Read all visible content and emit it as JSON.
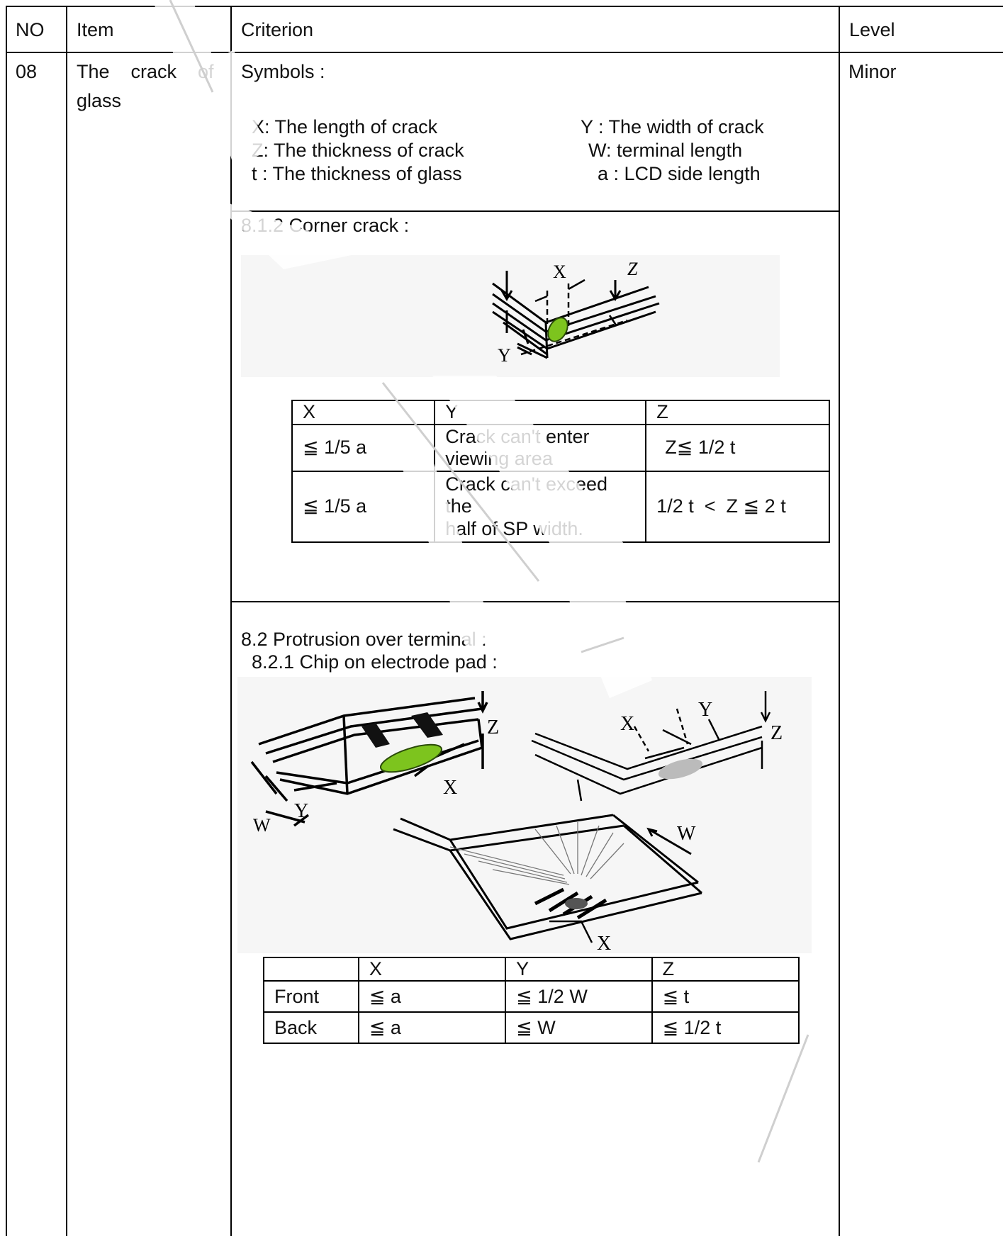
{
  "header": {
    "no": "NO",
    "item": "Item",
    "criterion": "Criterion",
    "level": "Level"
  },
  "row": {
    "no": "08",
    "item_line1": "The    crack    of",
    "item_line2": "glass",
    "level": "Minor"
  },
  "symbols": {
    "title": "Symbols :",
    "x": "X: The length of crack",
    "y": "Y : The width of crack",
    "z": "Z: The thickness of crack",
    "w": "W: terminal length",
    "t": "t : The thickness of glass",
    "a": "a : LCD side length"
  },
  "corner": {
    "title": "8.1.2 Corner crack :",
    "fig_labels": {
      "x": "X",
      "y": "Y",
      "z": "Z"
    },
    "table": {
      "headers": [
        "X",
        "Y",
        "Z"
      ],
      "rows": [
        [
          "≦ 1/5 a",
          "Crack can't enter\nviewing area",
          "Z≦ 1/2 t"
        ],
        [
          "≦ 1/5 a",
          "Crack   can't   exceed\nthe\nhalf of SP width.",
          "1/2 t  <  Z ≦ 2 t"
        ]
      ]
    }
  },
  "protrusion": {
    "title": "8.2 Protrusion over terminal :",
    "subtitle": "8.2.1 Chip on electrode pad :",
    "fig_labels": {
      "x": "X",
      "y": "Y",
      "z": "Z",
      "w": "W"
    },
    "table": {
      "headers": [
        "",
        "X",
        "Y",
        "Z"
      ],
      "rows": [
        [
          "Front",
          "≦ a",
          "≦ 1/2 W",
          "≦ t"
        ],
        [
          "Back",
          "≦ a",
          "≦ W",
          "≦ 1/2 t"
        ]
      ]
    }
  },
  "colors": {
    "crack_fill": "#7dc41e",
    "chip_fill": "#bbbbbb",
    "watermark": "#cfcfcf"
  }
}
